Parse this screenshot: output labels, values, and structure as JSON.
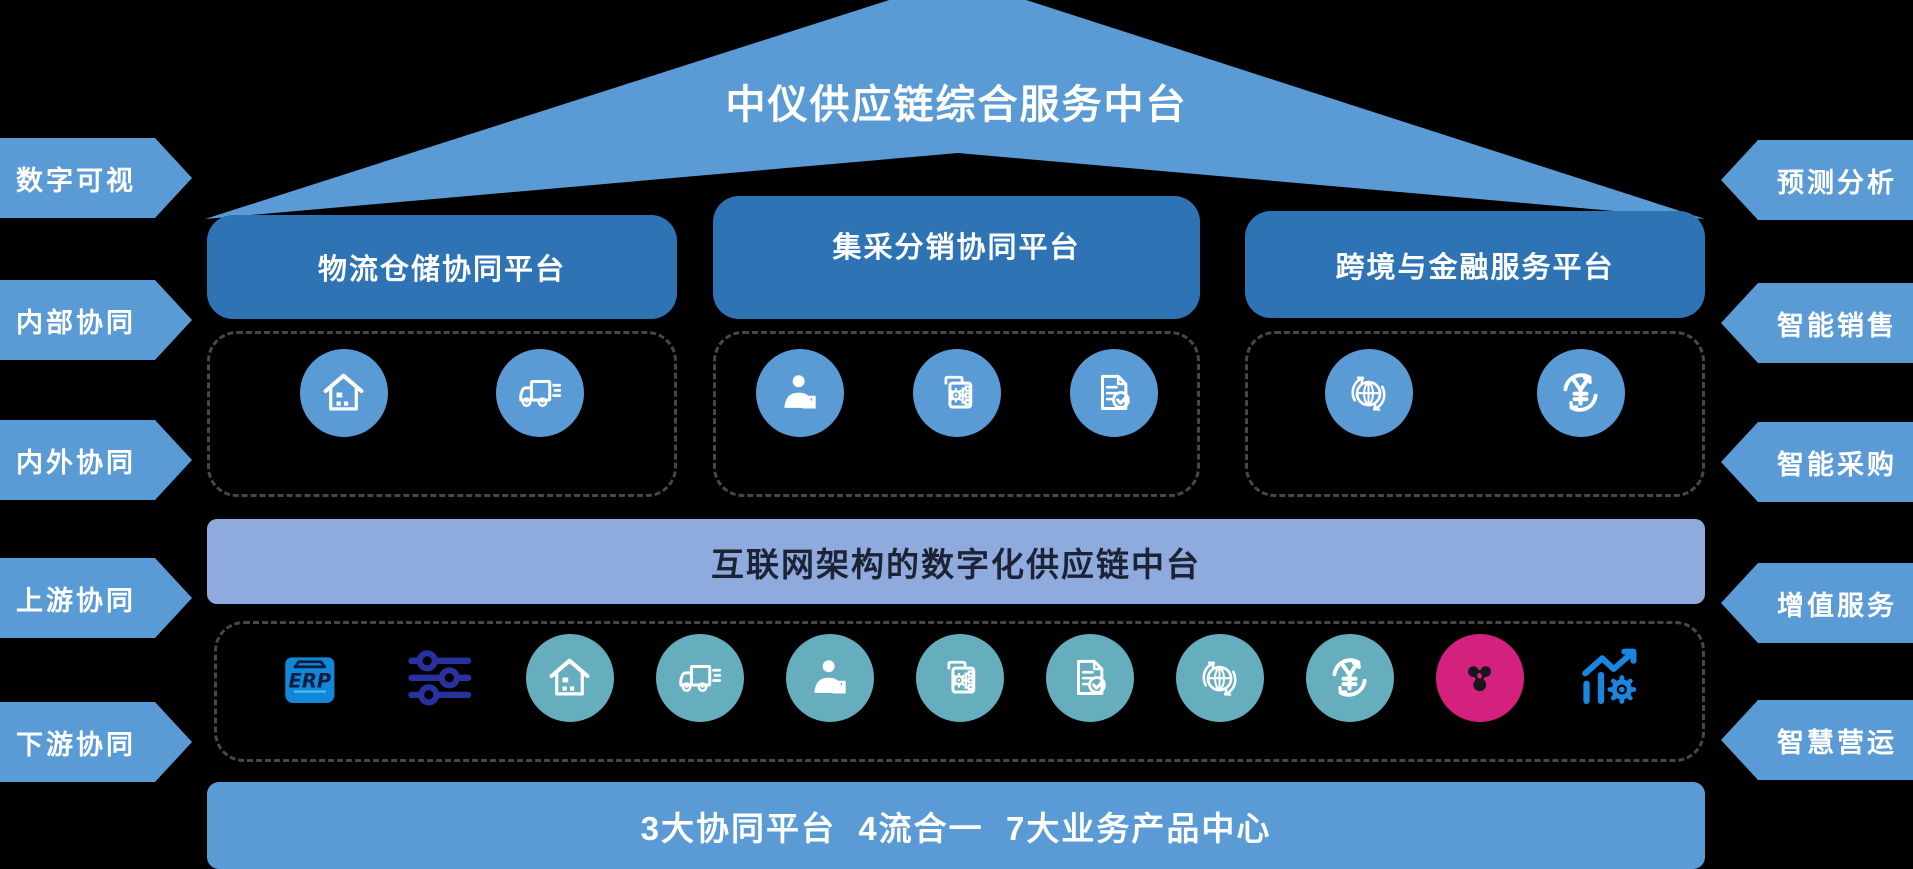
{
  "title": "中仪供应链综合服务中台",
  "left_labels": [
    "数字可视",
    "内部协同",
    "内外协同",
    "上游协同",
    "下游协同"
  ],
  "right_labels": [
    "预测分析",
    "智能销售",
    "智能采购",
    "增值服务",
    "智慧营运"
  ],
  "platforms": [
    {
      "label": "物流仓储协同平台",
      "icons": [
        {
          "name": "warehouse-icon",
          "style": "blue"
        },
        {
          "name": "truck-icon",
          "style": "blue"
        }
      ]
    },
    {
      "label": "集采分销协同平台",
      "icons": [
        {
          "name": "procurement-agent-icon",
          "style": "blue"
        },
        {
          "name": "order-process-icon",
          "style": "blue"
        },
        {
          "name": "document-check-icon",
          "style": "blue"
        }
      ]
    },
    {
      "label": "跨境与金融服务平台",
      "icons": [
        {
          "name": "global-trade-icon",
          "style": "blue"
        },
        {
          "name": "currency-exchange-icon",
          "style": "blue"
        }
      ]
    }
  ],
  "middle_band": {
    "label": "互联网架构的数字化供应链中台"
  },
  "product_row": {
    "icons": [
      {
        "name": "erp-icon",
        "style": "erp"
      },
      {
        "name": "sliders-icon",
        "style": "plain-navy"
      },
      {
        "name": "warehouse-icon",
        "style": "teal"
      },
      {
        "name": "truck-icon",
        "style": "teal"
      },
      {
        "name": "procurement-agent-icon",
        "style": "teal"
      },
      {
        "name": "order-process-icon",
        "style": "teal"
      },
      {
        "name": "document-check-icon",
        "style": "teal"
      },
      {
        "name": "global-trade-icon",
        "style": "teal"
      },
      {
        "name": "currency-exchange-icon",
        "style": "teal"
      },
      {
        "name": "share-network-icon",
        "style": "magenta"
      },
      {
        "name": "analytics-gear-icon",
        "style": "plain-blue"
      }
    ]
  },
  "bottom_bar": {
    "label": "3大协同平台  4流合一  7大业务产品中心"
  },
  "colors": {
    "arrow_blue": "#5b9bd5",
    "header_blue": "#2e74b5",
    "band_periwinkle": "#8faadc",
    "band_text": "#1b2335",
    "icon_teal": "#66aebe",
    "icon_magenta": "#d5217e",
    "erp_blue": "#1287d9",
    "slider_navy": "#27329e",
    "chart_blue": "#1a86e0",
    "dashed_border": "#474747",
    "background": "#000000",
    "text_white": "#ffffff"
  }
}
